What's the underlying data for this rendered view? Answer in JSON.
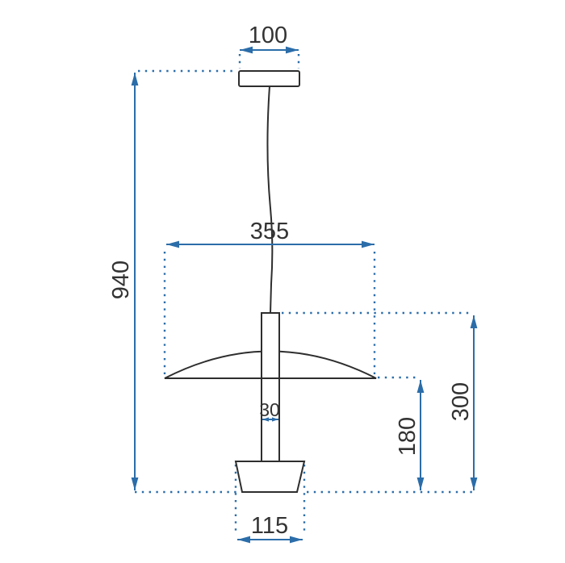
{
  "drawing": {
    "labels": {
      "canopy_width": "100",
      "total_height": "940",
      "shade_diameter": "355",
      "stem_top_to_bottom": "300",
      "shade_to_bottom": "180",
      "stem_width": "30",
      "base_width": "115"
    },
    "colors": {
      "dimension_blue": "#2b6da9",
      "outline_black": "#2e2e2e",
      "label_text": "#333333",
      "background": "#ffffff"
    }
  }
}
